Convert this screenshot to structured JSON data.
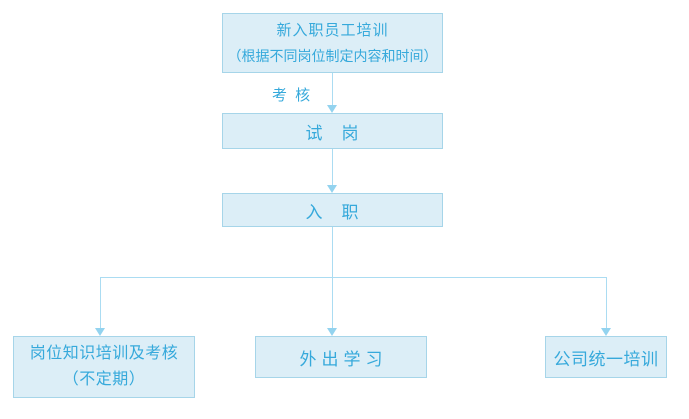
{
  "diagram": {
    "nodes": {
      "new_employee_training": {
        "line1": "新入职员工培训",
        "line2": "（根据不同岗位制定内容和时间）"
      },
      "trial_post": {
        "label": "试　岗"
      },
      "onboarding": {
        "label": "入　职"
      },
      "post_knowledge_training": {
        "line1": "岗位知识培训及考核",
        "line2": "（不定期）"
      },
      "external_study": {
        "label": "外出学习"
      },
      "company_unified_training": {
        "label": "公司统一培训"
      }
    },
    "edge_labels": {
      "assessment": "考 核"
    },
    "colors": {
      "node_fill": "#dceef7",
      "node_border": "#a6d5e9",
      "connector": "#abdcf2",
      "arrowhead": "#93d3ef",
      "text": "#36a9db",
      "canvas_background": "#ffffff"
    }
  }
}
